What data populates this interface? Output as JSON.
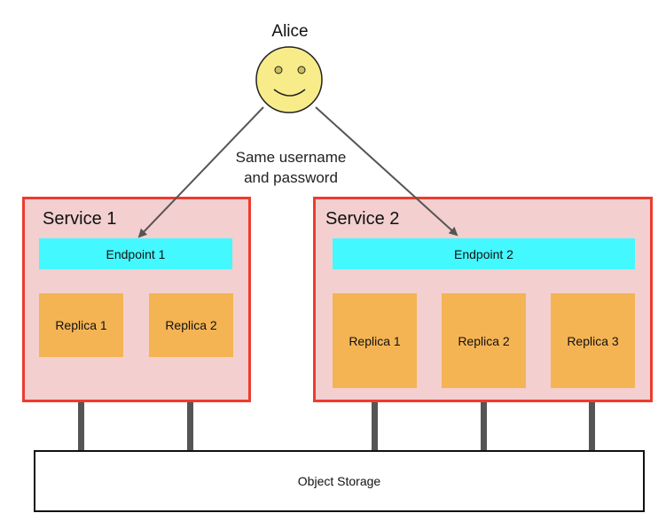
{
  "user": {
    "name": "Alice"
  },
  "note": {
    "line1": "Same username",
    "line2": "and password"
  },
  "services": [
    {
      "title": "Service 1",
      "endpoint": "Endpoint 1",
      "replicas": [
        "Replica 1",
        "Replica 2"
      ]
    },
    {
      "title": "Service 2",
      "endpoint": "Endpoint 2",
      "replicas": [
        "Replica 1",
        "Replica 2",
        "Replica 3"
      ]
    }
  ],
  "storage": {
    "label": "Object Storage"
  },
  "colors": {
    "service_fill": "#f3cfcf",
    "service_border": "#ee3b2e",
    "endpoint": "#44f8ff",
    "replica": "#f5b454",
    "connector": "#555555",
    "face": "#f8ec8a"
  }
}
